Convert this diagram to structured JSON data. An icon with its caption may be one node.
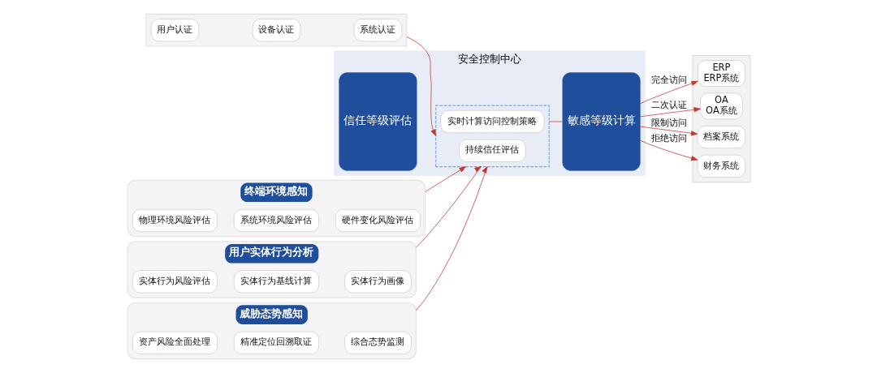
{
  "diagram": {
    "nodes": [
      {
        "text": [],
        "shape": "box"
      },
      {
        "text": [
          "用户认证"
        ],
        "in": 0
      },
      {
        "text": [
          "设备认证"
        ],
        "in": 0
      },
      {
        "text": [
          "系统认证"
        ],
        "in": 0
      },
      {
        "text": [
          "终端环境感知"
        ]
      },
      {
        "text": [
          "物理环境风险评估"
        ],
        "in": 4
      },
      {
        "text": [
          "系统环境风险评估"
        ],
        "in": 4
      },
      {
        "text": [
          "硬件变化风险评估"
        ],
        "in": 4
      },
      {
        "text": [
          "用户实体行为分析"
        ]
      },
      {
        "text": [
          "实体行为风险评估"
        ],
        "in": 8
      },
      {
        "text": [
          "实体行为基线计算"
        ],
        "in": 8
      },
      {
        "text": [
          "实体行为画像"
        ],
        "in": 8
      },
      {
        "text": [
          "威胁态势感知"
        ]
      },
      {
        "text": [
          "资产风险全面处理"
        ],
        "in": 12
      },
      {
        "text": [
          "精准定位回溯取证"
        ],
        "in": 12
      },
      {
        "text": [
          "综合态势监测"
        ],
        "in": 12
      },
      {
        "text": [
          "安全控制中心"
        ]
      },
      {
        "text": [
          "信任等级评估"
        ],
        "in": 16
      },
      {
        "text": [],
        "shape": "box",
        "in": 16
      },
      {
        "text": [
          "持续信任评估"
        ],
        "in": 18
      },
      {
        "text": [
          "实时计算访问控制策略"
        ],
        "in": 18
      },
      {
        "text": [
          "敏感等级计算"
        ],
        "in": 16
      },
      {
        "text": [],
        "shape": "box"
      },
      {
        "text": [
          "ERP",
          "ERP系统"
        ],
        "in": 22
      },
      {
        "text": [
          "OA",
          "OA系统"
        ],
        "in": 22
      },
      {
        "text": [
          "档案系统"
        ],
        "in": 22
      },
      {
        "text": [
          "财务系统"
        ],
        "in": 22
      }
    ],
    "edges": [
      {
        "from": 0,
        "to": 18,
        "arrow": "to"
      },
      {
        "from": 4,
        "to": 18,
        "arrow": "to"
      },
      {
        "from": 8,
        "to": 18,
        "arrow": "to"
      },
      {
        "from": 12,
        "to": 18,
        "arrow": "to"
      },
      {
        "from": 18,
        "to": 21,
        "arrow": "none"
      },
      {
        "from": 21,
        "to": 23,
        "arrow": "to",
        "label": "完全访问"
      },
      {
        "from": 21,
        "to": 24,
        "arrow": "to",
        "label": "二次认证"
      },
      {
        "from": 21,
        "to": 25,
        "arrow": "to",
        "label": "限制访问"
      },
      {
        "from": 21,
        "to": 26,
        "arrow": "to",
        "label": "拒绝访问"
      }
    ]
  }
}
